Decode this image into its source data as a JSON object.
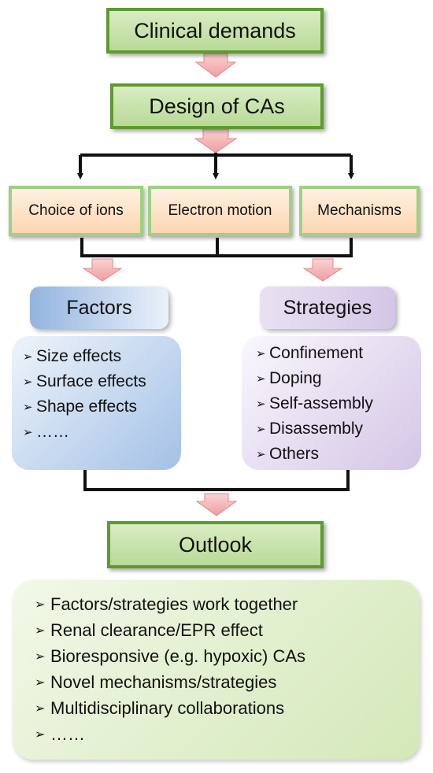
{
  "nodes": {
    "clinical_demands": "Clinical demands",
    "design_of_cas": "Design of CAs",
    "choice_of_ions": "Choice of ions",
    "electron_motion": "Electron motion",
    "mechanisms": "Mechanisms",
    "factors": "Factors",
    "strategies": "Strategies",
    "outlook": "Outlook"
  },
  "factors_list": [
    "Size effects",
    "Surface effects",
    "Shape effects",
    "……"
  ],
  "strategies_list": [
    "Confinement",
    "Doping",
    "Self-assembly",
    "Disassembly",
    "Others"
  ],
  "outlook_list": [
    "Factors/strategies work together",
    "Renal clearance/EPR effect",
    "Bioresponsive (e.g. hypoxic) CAs",
    "Novel mechanisms/strategies",
    "Multidisciplinary collaborations",
    "……"
  ],
  "icons": {
    "bullet": "arrowhead-bullet-icon",
    "flow_arrow": "pink-down-arrow-icon"
  },
  "colors": {
    "green_box_border": "#5f9a2f",
    "green_box_fill": "#c6e2a6",
    "orange_box_fill": "#fde4c8",
    "pink_arrow": "#f4aeb0",
    "factors_blue": "#a4c1e6",
    "strategies_purple": "#d4c6e6"
  }
}
